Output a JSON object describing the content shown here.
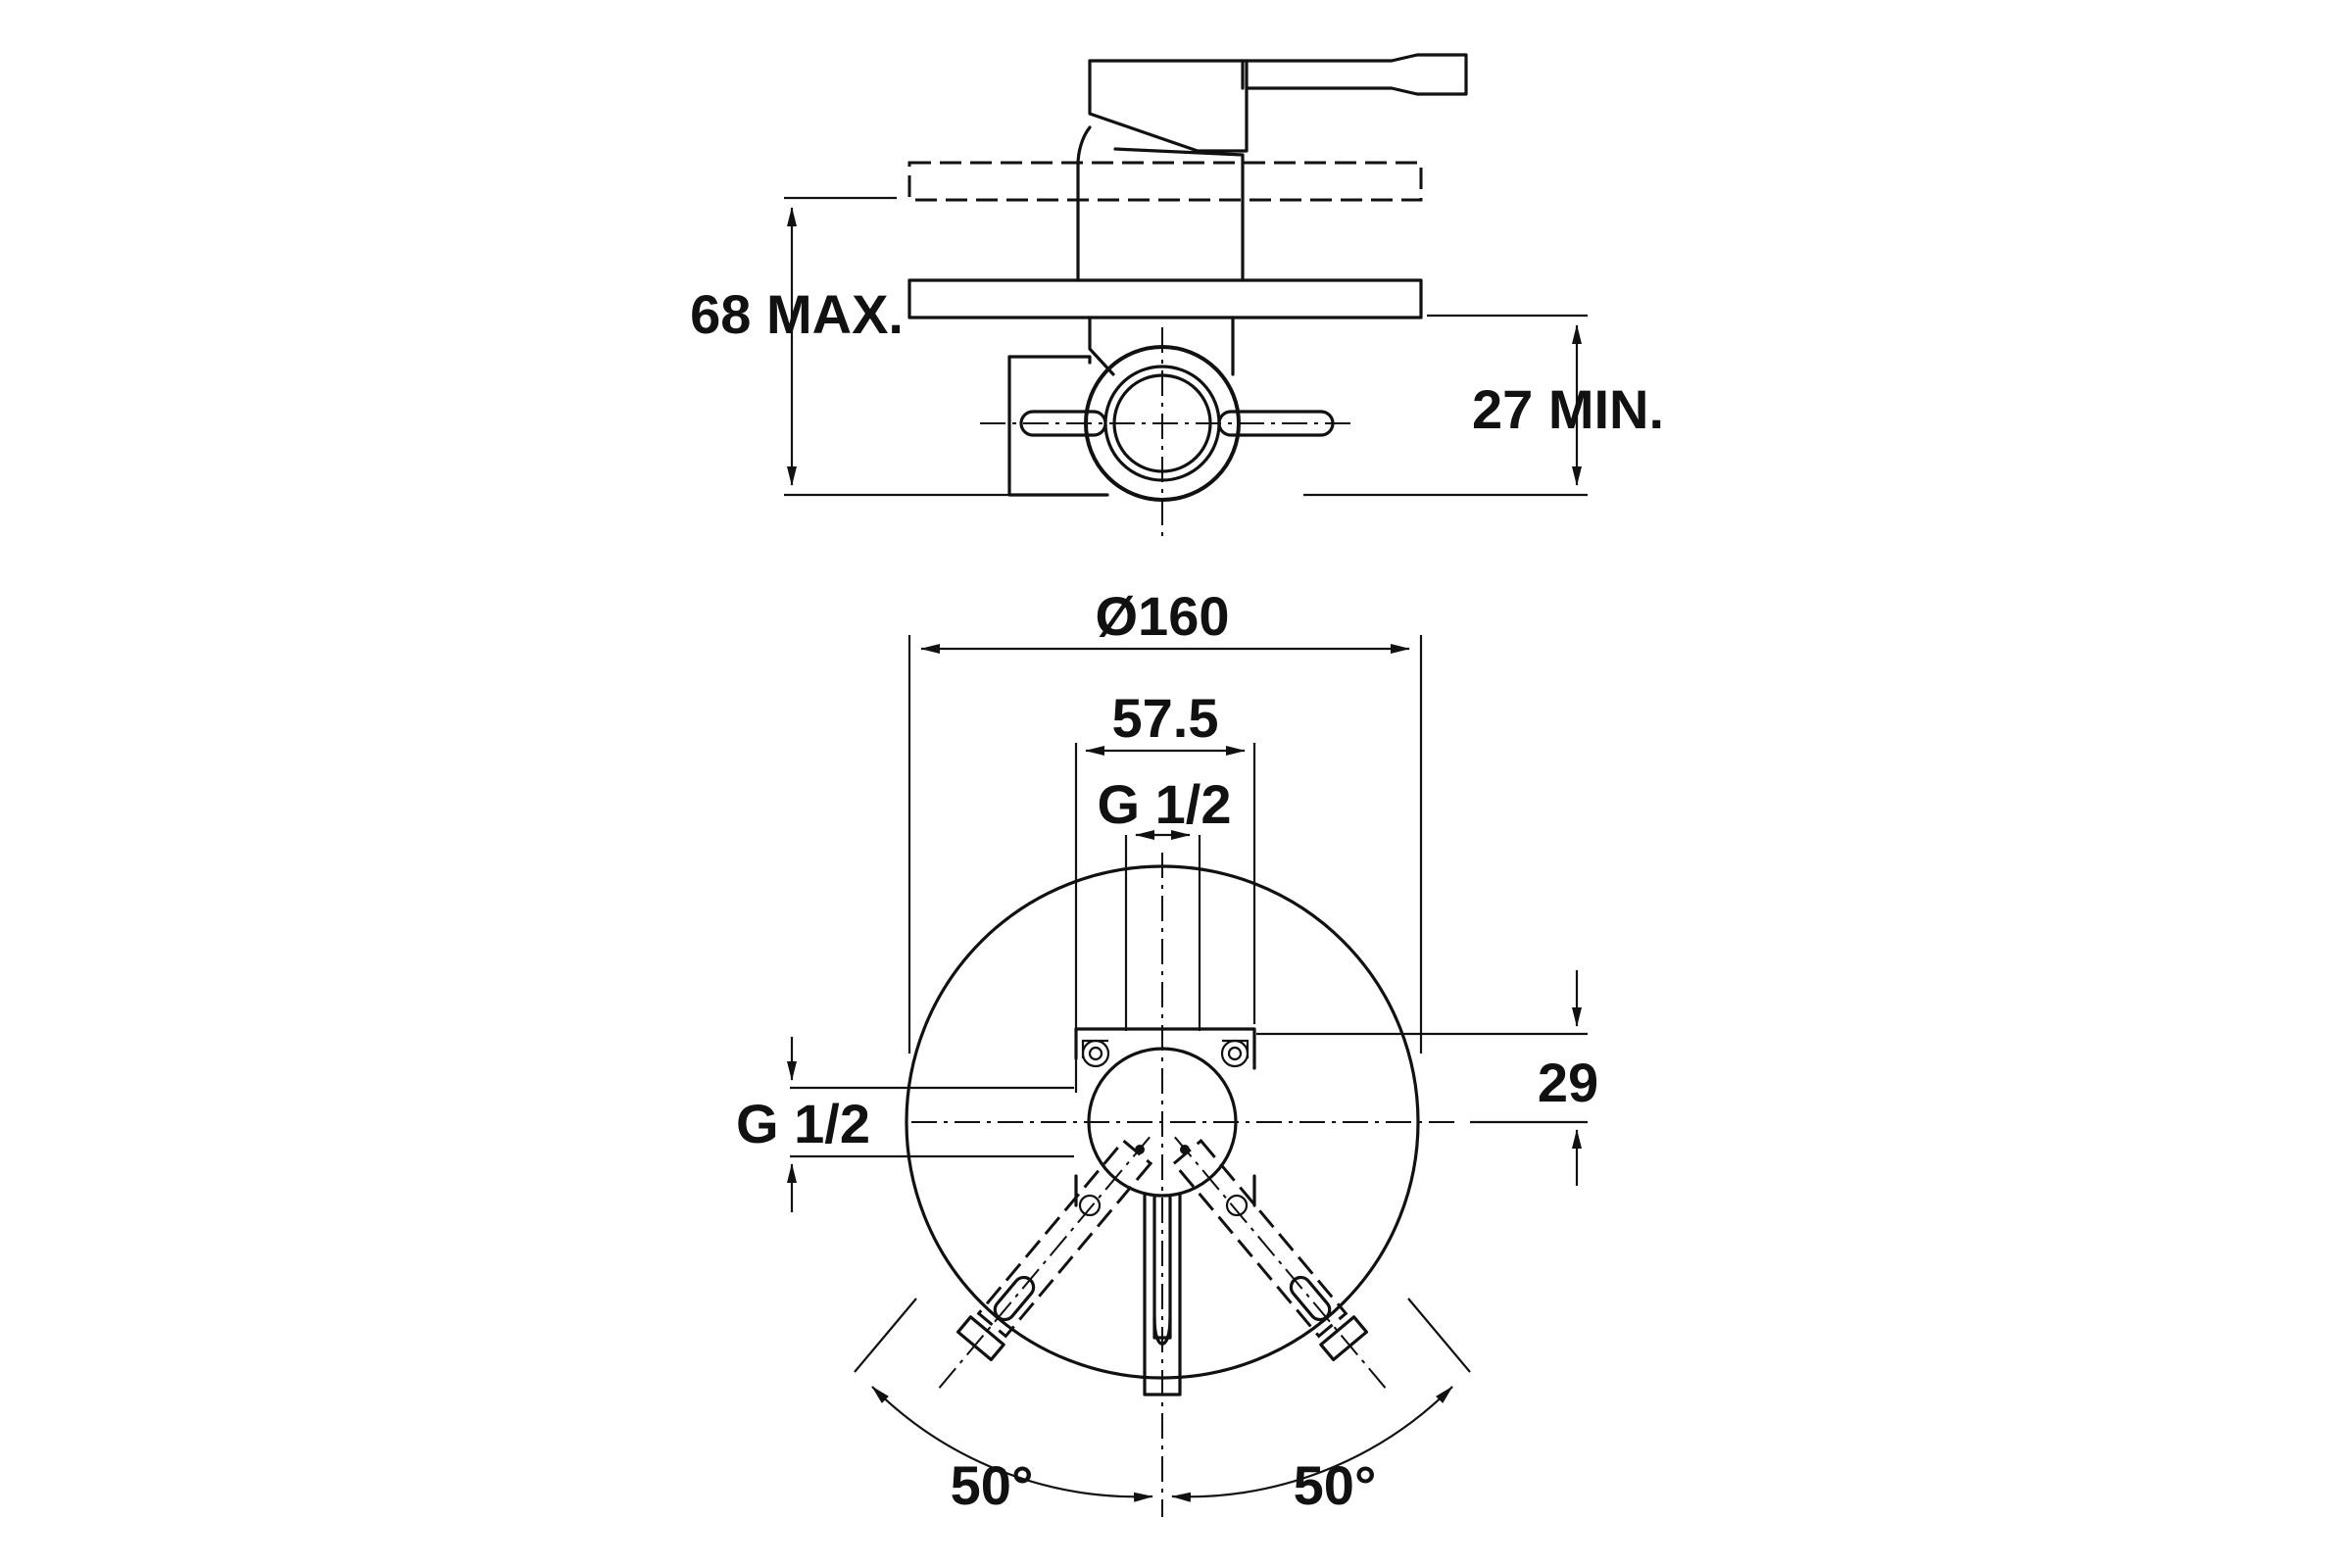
{
  "side_view": {
    "depth_max_label": "68 MAX.",
    "depth_min_label": "27 MIN."
  },
  "front_view": {
    "plate_diameter_label": "Ø160",
    "inlet_spacing_label": "57.5",
    "top_outlet_thread_label": "G 1/2",
    "side_inlet_thread_label": "G 1/2",
    "vertical_offset_label": "29",
    "left_angle_label": "50°",
    "right_angle_label": "50°"
  }
}
